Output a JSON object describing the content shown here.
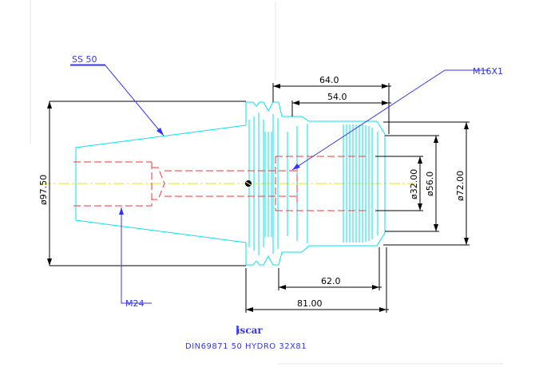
{
  "drawing": {
    "callouts": {
      "taper": "SS 50",
      "thread_front": "M16X1",
      "thread_rear": "M24"
    },
    "dimensions": {
      "length_64": "64.0",
      "length_54": "54.0",
      "length_62": "62.0",
      "length_81": "81.00",
      "dia_97": "ø97.50",
      "dia_32": "ø32.00",
      "dia_56": "ø56.0",
      "dia_72": "ø72.00"
    },
    "brand_logo": "iscar",
    "title": "DIN69871 50 HYDRO 32X81",
    "colors": {
      "outline": "#000000",
      "body": "#00e5ee",
      "hidden": "#ff3333",
      "centerline": "#e8e800",
      "annotation": "#3333ff"
    }
  }
}
